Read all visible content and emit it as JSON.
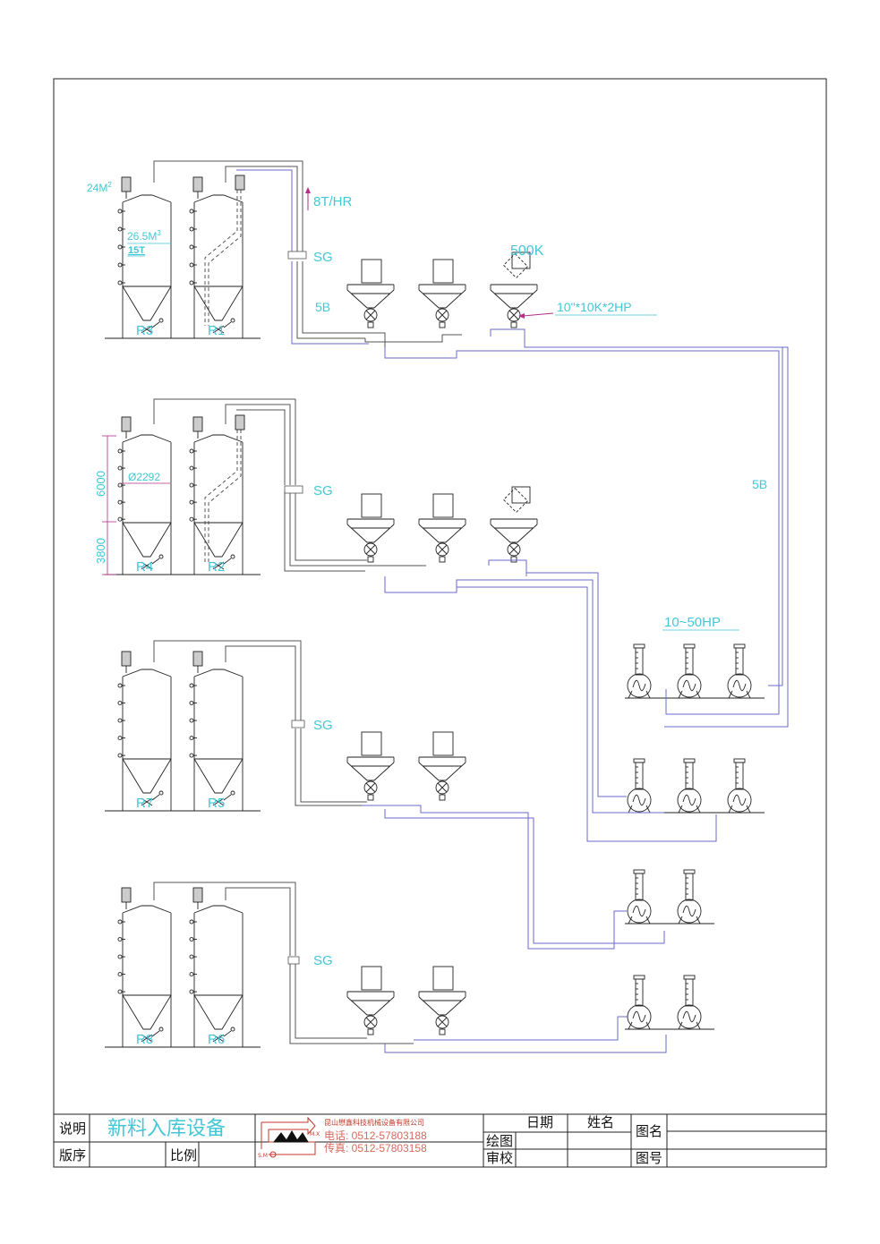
{
  "labels": {
    "area_top": "24M",
    "area_sup": "2",
    "volume": "26.5M",
    "volume_sup": "3",
    "capacity": "15T",
    "rate": "8T/HR",
    "sg": "SG",
    "5b_left": "5B",
    "5b_right": "5B",
    "weight": "500K",
    "blower": "10\"*10K*2HP",
    "pumps": "10~50HP",
    "height_upper": "6000",
    "height_lower": "3800",
    "diameter": "Ø2292"
  },
  "silos": [
    "R3",
    "R1",
    "R4",
    "R2",
    "R7",
    "R5",
    "R8",
    "R6"
  ],
  "title_block": {
    "desc_label": "说明",
    "title": "新料入库设备",
    "version_label": "版序",
    "scale_label": "比例",
    "company": "昆山懋鑫科技机械设备有限公司",
    "phone": "电话: 0512-57803188",
    "fax": "传真: 0512-57803158",
    "logo_top": "M.X",
    "logo_bottom": "S.M",
    "date_label": "日期",
    "name_label": "姓名",
    "drawing_name_label": "图名",
    "drawn_label": "绘图",
    "check_label": "审校",
    "drawing_no_label": "图号"
  }
}
